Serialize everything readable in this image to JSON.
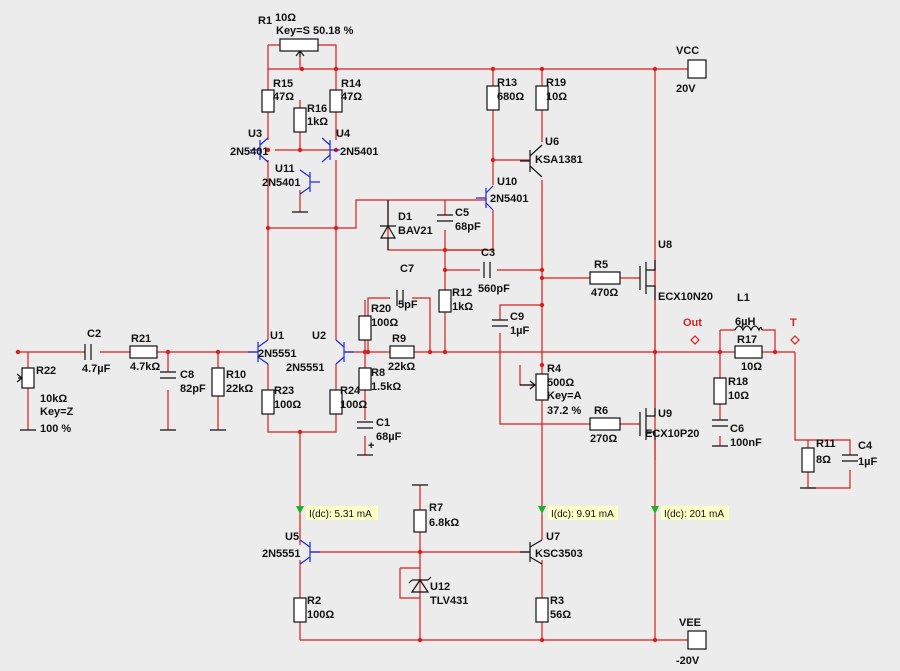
{
  "components": {
    "R1": {
      "ref": "R1",
      "value": "10Ω",
      "extra": "Key=S 50.18 %"
    },
    "R2": {
      "ref": "R2",
      "value": "100Ω"
    },
    "R3": {
      "ref": "R3",
      "value": "56Ω"
    },
    "R4": {
      "ref": "R4",
      "value": "500Ω",
      "extra": "Key=A",
      "extra2": "37.2 %"
    },
    "R5": {
      "ref": "R5",
      "value": "470Ω"
    },
    "R6": {
      "ref": "R6",
      "value": "270Ω"
    },
    "R7": {
      "ref": "R7",
      "value": "6.8kΩ"
    },
    "R8": {
      "ref": "R8",
      "value": "1.5kΩ"
    },
    "R9": {
      "ref": "R9",
      "value": "22kΩ"
    },
    "R10": {
      "ref": "R10",
      "value": "22kΩ"
    },
    "R11": {
      "ref": "R11",
      "value": "8Ω"
    },
    "R12": {
      "ref": "R12",
      "value": "1kΩ"
    },
    "R13": {
      "ref": "R13",
      "value": "680Ω"
    },
    "R14": {
      "ref": "R14",
      "value": "47Ω"
    },
    "R15": {
      "ref": "R15",
      "value": "47Ω"
    },
    "R16": {
      "ref": "R16",
      "value": "1kΩ"
    },
    "R17": {
      "ref": "R17",
      "value": "10Ω"
    },
    "R18": {
      "ref": "R18",
      "value": "10Ω"
    },
    "R19": {
      "ref": "R19",
      "value": "10Ω"
    },
    "R20": {
      "ref": "R20",
      "value": "100Ω"
    },
    "R21": {
      "ref": "R21",
      "value": "4.7kΩ"
    },
    "R22": {
      "ref": "R22",
      "value": "10kΩ",
      "extra": "Key=Z",
      "extra2": "100 %"
    },
    "R23": {
      "ref": "R23",
      "value": "100Ω"
    },
    "R24": {
      "ref": "R24",
      "value": "100Ω"
    },
    "C1": {
      "ref": "C1",
      "value": "68µF"
    },
    "C2": {
      "ref": "C2",
      "value": "4.7µF"
    },
    "C3": {
      "ref": "C3",
      "value": "560pF"
    },
    "C4": {
      "ref": "C4",
      "value": "1µF"
    },
    "C5": {
      "ref": "C5",
      "value": "68pF"
    },
    "C6": {
      "ref": "C6",
      "value": "100nF"
    },
    "C7": {
      "ref": "C7",
      "value": "5pF"
    },
    "C8": {
      "ref": "C8",
      "value": "82pF"
    },
    "C9": {
      "ref": "C9",
      "value": "1µF"
    },
    "L1": {
      "ref": "L1",
      "value": "6µH"
    },
    "D1": {
      "ref": "D1",
      "value": "BAV21"
    },
    "U1": {
      "ref": "U1",
      "value": "2N5551"
    },
    "U2": {
      "ref": "U2",
      "value": "2N5551"
    },
    "U3": {
      "ref": "U3",
      "value": "2N5401"
    },
    "U4": {
      "ref": "U4",
      "value": "2N5401"
    },
    "U5": {
      "ref": "U5",
      "value": "2N5551"
    },
    "U6": {
      "ref": "U6",
      "value": "KSA1381"
    },
    "U7": {
      "ref": "U7",
      "value": "KSC3503"
    },
    "U8": {
      "ref": "U8",
      "value": "ECX10N20"
    },
    "U9": {
      "ref": "U9",
      "value": "ECX10P20"
    },
    "U10": {
      "ref": "U10",
      "value": "2N5401"
    },
    "U11": {
      "ref": "U11",
      "value": "2N5401"
    },
    "U12": {
      "ref": "U12",
      "value": "TLV431"
    }
  },
  "supplies": {
    "vcc": {
      "name": "VCC",
      "value": "20V"
    },
    "vee": {
      "name": "VEE",
      "value": "-20V"
    }
  },
  "nodes": {
    "out": "Out",
    "t": "T"
  },
  "probes": [
    {
      "label": "I(dc): 5.31 mA"
    },
    {
      "label": "I(dc): 9.91 mA"
    },
    {
      "label": "I(dc): 201 mA"
    }
  ],
  "colors": {
    "wire": "#d81e1e",
    "component": "#111111",
    "pnp": "#1e2ad8",
    "probe_bg": "#ffffc8",
    "probe_arrow": "#22b022",
    "background": "#ececec"
  }
}
